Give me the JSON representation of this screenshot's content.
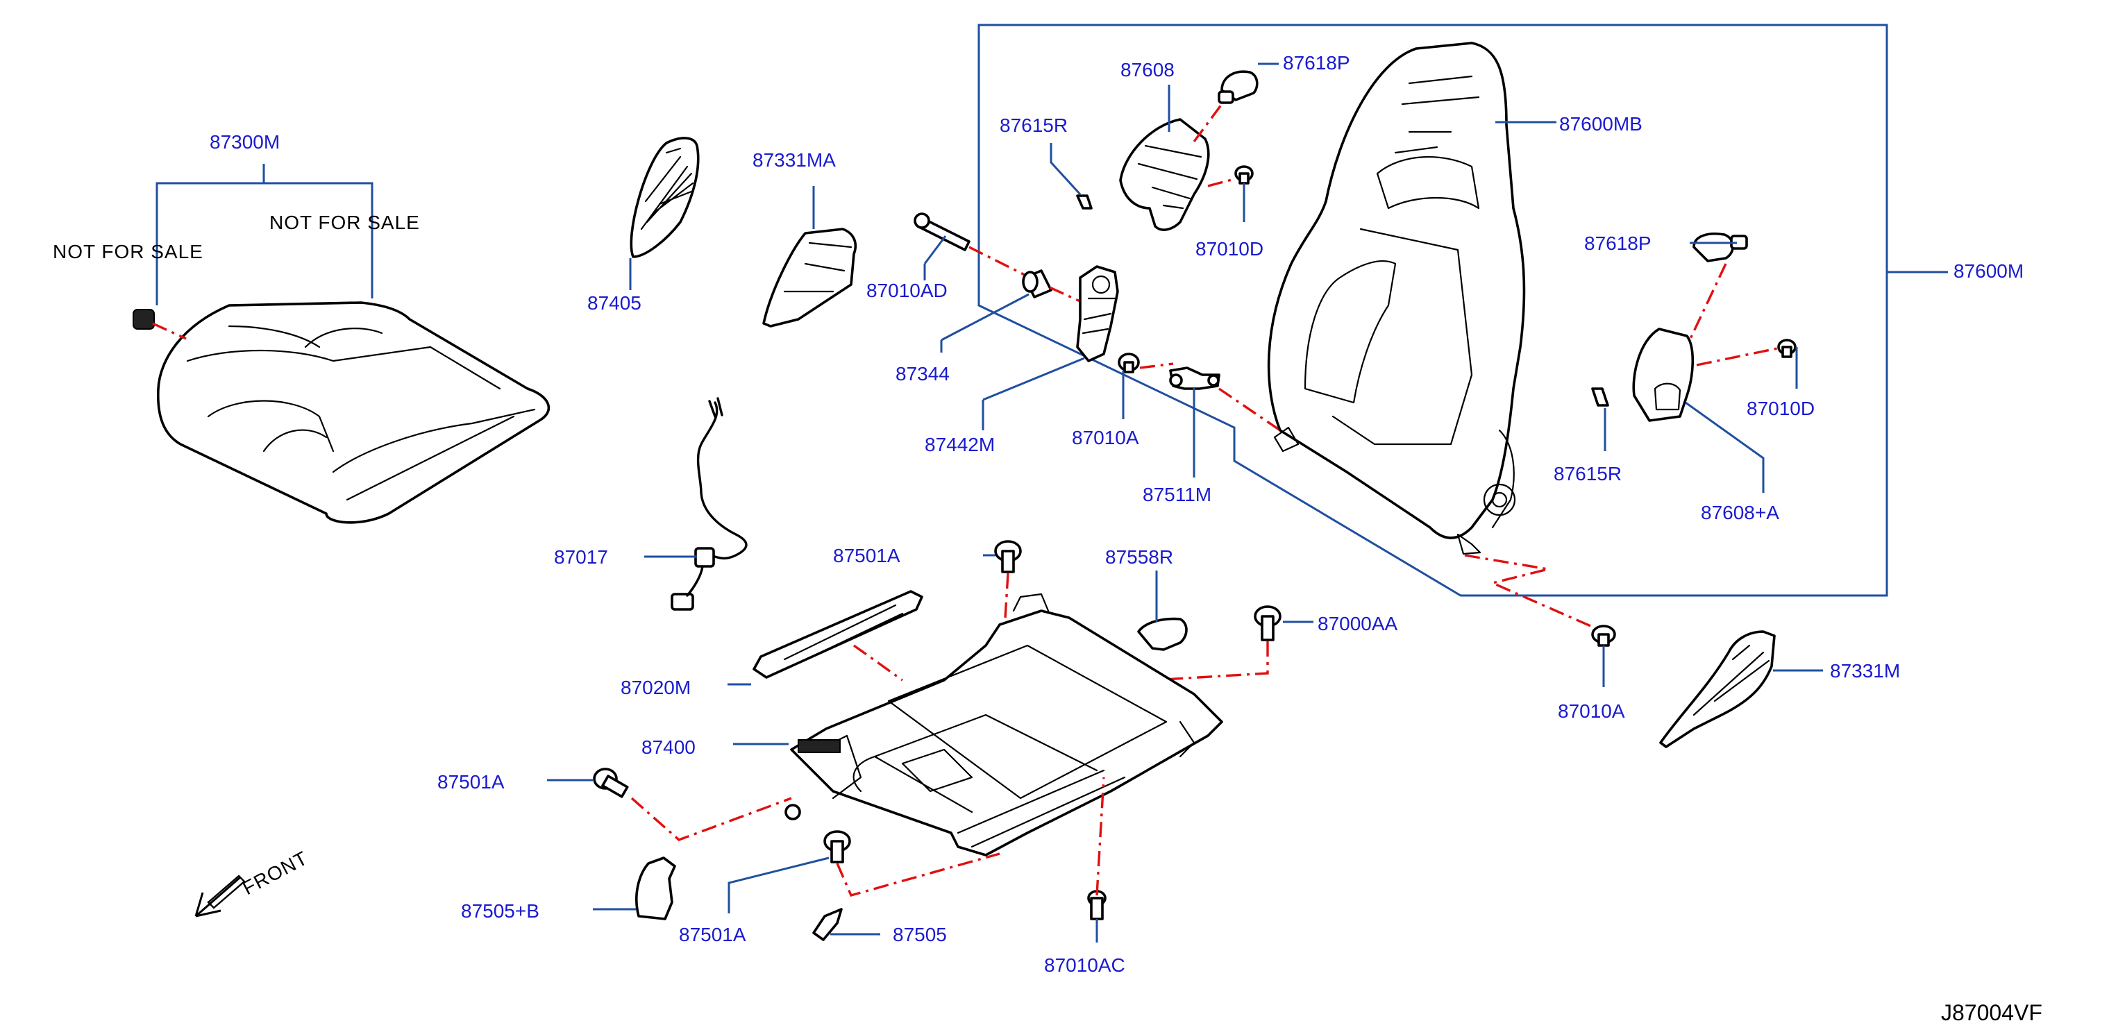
{
  "diagram": {
    "id": "J87004VF",
    "front_label": "FRONT",
    "not_for_sale": [
      "NOT FOR SALE",
      "NOT FOR SALE"
    ],
    "labels": {
      "p87300M": "87300M",
      "p87405": "87405",
      "p87331MA": "87331MA",
      "p87010AD": "87010AD",
      "p87344": "87344",
      "p87442M": "87442M",
      "p87010A_mid": "87010A",
      "p87511M": "87511M",
      "p87608": "87608",
      "p87618P_top": "87618P",
      "p87615R_top": "87615R",
      "p87010D_top": "87010D",
      "p87600MB": "87600MB",
      "p87618P_right": "87618P",
      "p87600M": "87600M",
      "p87010D_right": "87010D",
      "p87615R_right": "87615R",
      "p87608A": "87608+A",
      "p87017": "87017",
      "p87501A_top": "87501A",
      "p87558R": "87558R",
      "p87000AA": "87000AA",
      "p87020M": "87020M",
      "p87010A_right": "87010A",
      "p87331M": "87331M",
      "p87400": "87400",
      "p87501A_left": "87501A",
      "p87505B": "87505+B",
      "p87501A_bottom": "87501A",
      "p87505": "87505",
      "p87010AC": "87010AC"
    }
  }
}
